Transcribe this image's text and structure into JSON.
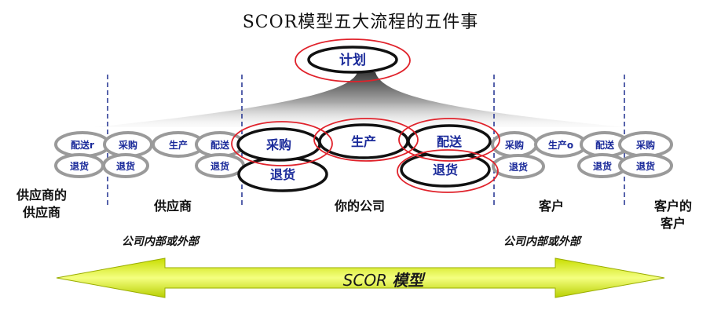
{
  "title": "SCOR模型五大流程的五件事",
  "plan_label": "计划",
  "processes": {
    "deliver": "配送",
    "source": "采购",
    "make": "生产",
    "return": "退货",
    "deliver_cut": "配送r",
    "make_cut": "生产o"
  },
  "zones": {
    "supplier_supplier_1": "供应商的",
    "supplier_supplier_2": "供应商",
    "supplier": "供应商",
    "your_company": "你的公司",
    "customer": "客户",
    "customer_customer_1": "客户的",
    "customer_customer_2": "客户"
  },
  "scope_label": "公司内部或外部",
  "model_label": {
    "prefix": "SCOR",
    "suffix": "模型"
  },
  "colors": {
    "highlight": "#e0222b",
    "outline_dark": "#111111",
    "outline_grey": "#9a9a9a",
    "divider": "#1f2f8f",
    "text_blue": "#1a2a9a"
  }
}
